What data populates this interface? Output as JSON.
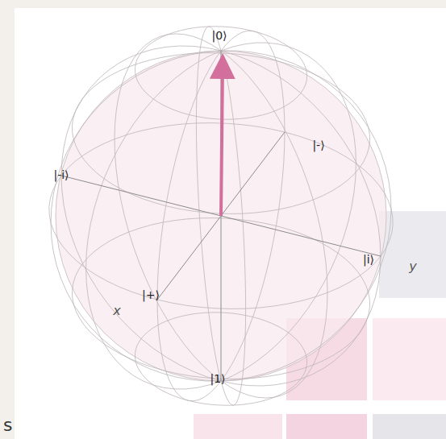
{
  "diagram": {
    "labels": [
      "|0⟩",
      "|-⟩",
      "|-i⟩",
      "|i⟩",
      "y",
      "|+⟩",
      "x",
      "|1⟩",
      "s"
    ]
  }
}
